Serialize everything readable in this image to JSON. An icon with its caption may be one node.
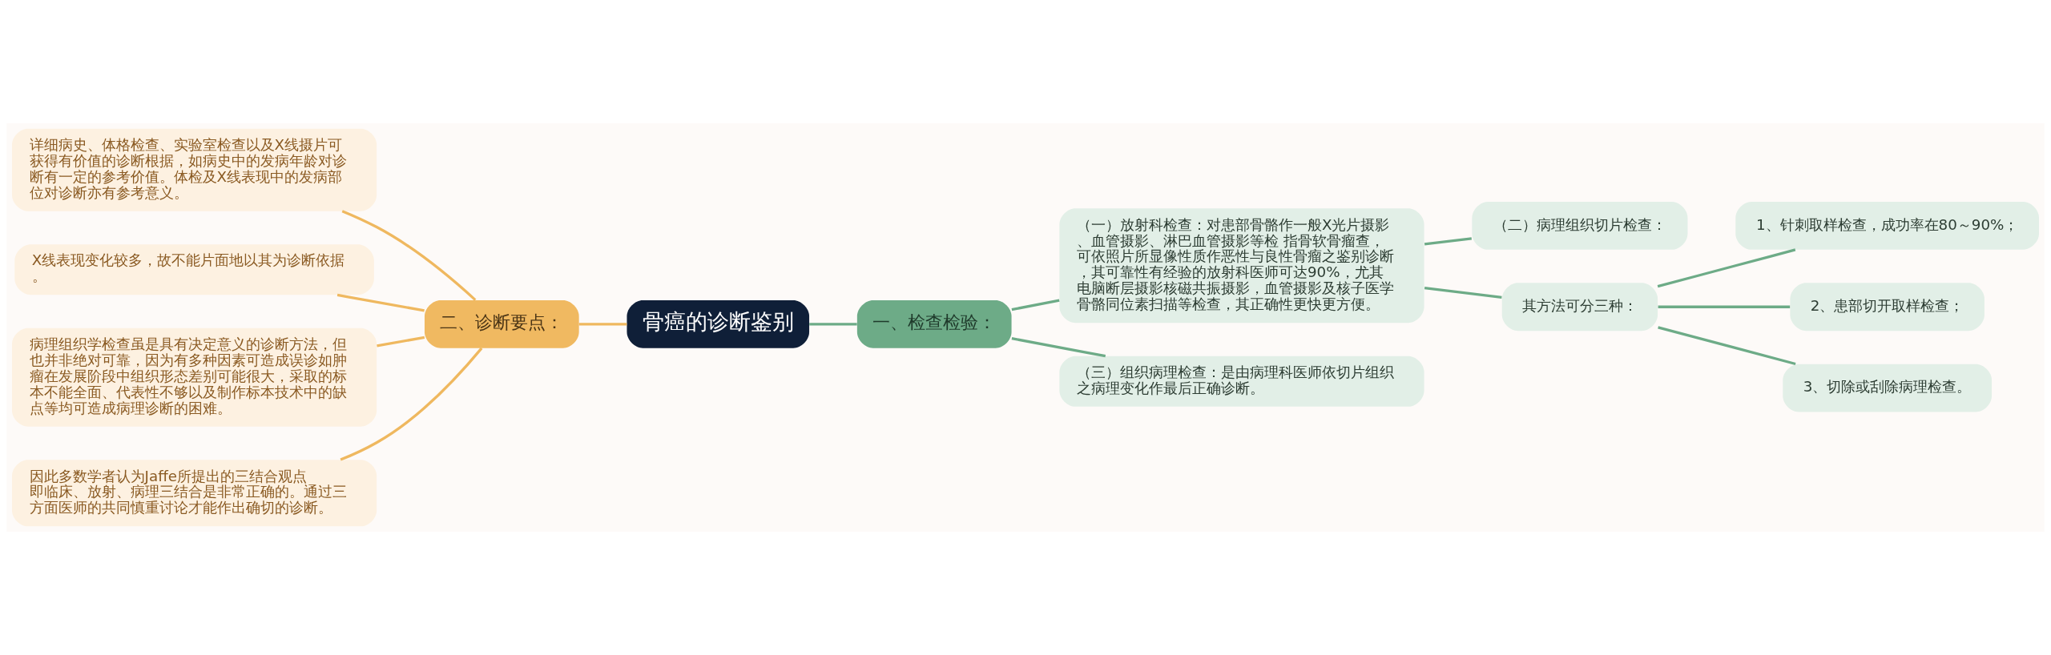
{
  "diagram": {
    "nodes": [
      {
        "text": [
          "骨癌的诊断鉴别"
        ]
      },
      {
        "text": [
          "二、诊断要点："
        ]
      },
      {
        "text": [
          "详细病史、体格检查、实验室检查以及X线摄片可获得有价值的诊断根据，如病史中的发病年龄对诊断有一定的参考价值。体检及X线表现中的发病部位对诊断亦有参考意义。"
        ]
      },
      {
        "text": [
          "X线表现变化较多，故不能片面地以其为诊断依据。"
        ]
      },
      {
        "text": [
          "病理组织学检查虽是具有决定意义的诊断方法，但也并非绝对可靠，因为有多种因素可造成误诊如肿瘤在发展阶段中组织形态差别可能很大，采取的标本不能全面、代表性不够以及制作标本技术中的缺点等均可造成病理诊断的困难。"
        ]
      },
      {
        "text": [
          "因此多数学者认为Jaffe所提出的三结合观点即临床、放射、病理三结合是非常正确的。通过三方面医师的共同慎重讨论才能作出确切的诊断。"
        ]
      },
      {
        "text": [
          "一、检查检验："
        ]
      },
      {
        "text": [
          "（一）放射科检查：对患部骨骼作一般X光片摄影、血管摄影、淋巴血管摄影等检 指骨软骨瘤查，可依照片所显像性质作恶性与良性骨瘤之鉴别诊断，其可靠性有经验的放射科医师可达90%，尤其电脑断层摄影核磁共振摄影，血管摄影及核子医学骨骼同位素扫描等检查，其正确性更快更方便。"
        ]
      },
      {
        "text": [
          "（二）病理组织切片检查："
        ]
      },
      {
        "text": [
          "其方法可分三种："
        ]
      },
      {
        "text": [
          "1、针刺取样检查，成功率在80～90%；"
        ]
      },
      {
        "text": [
          "2、患部切开取样检查；"
        ]
      },
      {
        "text": [
          "3、切除或刮除病理检查。"
        ]
      },
      {
        "text": [
          "（三）组织病理检查：是由病理科医师依切片组织之病理变化作最后正确诊断。"
        ]
      }
    ],
    "edges": [
      {
        "from": 0,
        "to": 1,
        "arrow": "none",
        "color": "#efb85f"
      },
      {
        "from": 1,
        "to": 2,
        "arrow": "none",
        "color": "#efb85f"
      },
      {
        "from": 1,
        "to": 3,
        "arrow": "none",
        "color": "#efb85f"
      },
      {
        "from": 1,
        "to": 4,
        "arrow": "none",
        "color": "#efb85f"
      },
      {
        "from": 1,
        "to": 5,
        "arrow": "none",
        "color": "#efb85f"
      },
      {
        "from": 0,
        "to": 6,
        "arrow": "none"
      },
      {
        "from": 6,
        "to": 7,
        "arrow": "none"
      },
      {
        "from": 6,
        "to": 13,
        "arrow": "none"
      },
      {
        "from": 7,
        "to": 8,
        "arrow": "none"
      },
      {
        "from": 7,
        "to": 9,
        "arrow": "none"
      },
      {
        "from": 9,
        "to": 10,
        "arrow": "none"
      },
      {
        "from": 9,
        "to": 11,
        "arrow": "none"
      },
      {
        "from": 9,
        "to": 12,
        "arrow": "none"
      }
    ]
  }
}
